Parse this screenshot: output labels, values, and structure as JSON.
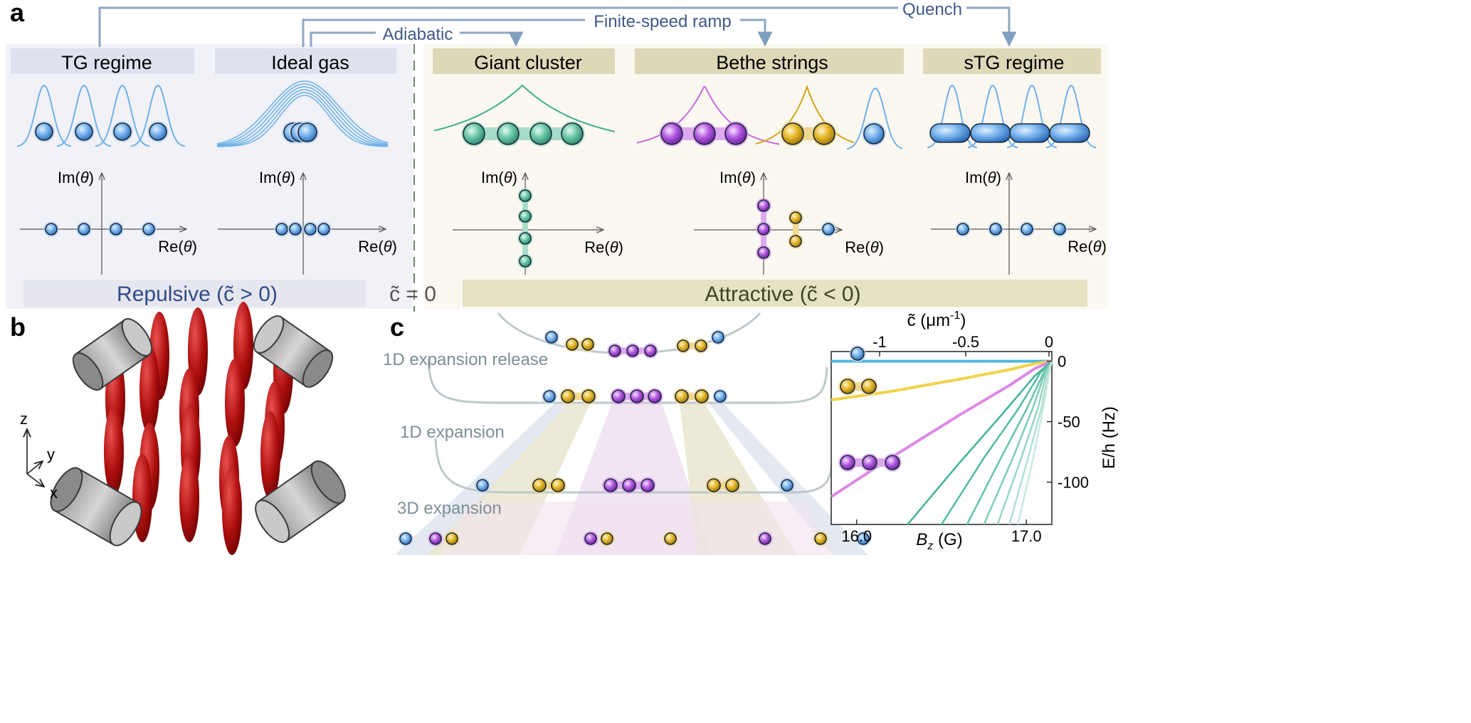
{
  "panel_a": {
    "label": "a",
    "protocols": {
      "quench": "Quench",
      "ramp": "Finite-speed ramp",
      "adiabatic": "Adiabatic"
    },
    "regimes": [
      {
        "title": "TG regime"
      },
      {
        "title": "Ideal gas"
      },
      {
        "title": "Giant cluster"
      },
      {
        "title": "Bethe strings"
      },
      {
        "title": "sTG regime"
      }
    ],
    "axis": {
      "im": "Im(",
      "re": "Re(",
      "theta": "θ",
      "close": ")"
    },
    "repulsive": "Repulsive (c̃ > 0)",
    "zero": "c̃ = 0",
    "attractive": "Attractive (c̃ < 0)"
  },
  "panel_b": {
    "label": "b",
    "axes": {
      "z": "z",
      "y": "y",
      "x": "x"
    }
  },
  "panel_c": {
    "label": "c",
    "stages": [
      "1D expansion release",
      "1D expansion",
      "3D expansion"
    ],
    "inset": {
      "top_axis_label": "c̃ (μm",
      "top_axis_sup": "-1",
      "top_axis_close": ")",
      "top_ticks": [
        "-1",
        "-0.5",
        "0"
      ],
      "right_axis_label": "E/h (Hz)",
      "right_ticks": [
        "0",
        "-50",
        "-100"
      ],
      "bottom_axis_label": "B",
      "bottom_axis_sub": "z",
      "bottom_axis_unit": " (G)",
      "bottom_ticks": [
        "16.0",
        "17.0"
      ]
    }
  },
  "colors": {
    "blue": "#4f8ed8",
    "green": "#3fae8e",
    "purple": "#a23fd0",
    "gold": "#d6a516",
    "axis_label": "#3f5a8a",
    "repulsive_bg": "#f1f1f8",
    "attractive_bg": "#fbf8f1",
    "header_blue": "#dde2ee",
    "header_olive": "#dcd8b8"
  },
  "chart_data": {
    "type": "line",
    "xlabel": "Bz (G)",
    "ylabel": "E/h (Hz)",
    "x_ticks": [
      "16.0",
      "17.0"
    ],
    "y_ticks": [
      "0",
      "-50",
      "-100"
    ],
    "top_x_ticks": [
      "-1",
      "-0.5",
      "0"
    ],
    "xlim": [
      15.85,
      17.15
    ],
    "ylim": [
      -135,
      8
    ],
    "series": [
      {
        "x": [
          15.85,
          16.2,
          16.6,
          17.0,
          17.15
        ],
        "y": [
          0,
          0,
          0,
          0,
          0
        ],
        "color": "#4fb7e0"
      },
      {
        "x": [
          15.85,
          16.2,
          16.6,
          16.9,
          17.05,
          17.15
        ],
        "y": [
          -32,
          -25,
          -15,
          -7,
          -2,
          0
        ],
        "color": "#f2d24b"
      },
      {
        "x": [
          15.85,
          16.2,
          16.6,
          16.9,
          17.05,
          17.15
        ],
        "y": [
          -112,
          -80,
          -45,
          -20,
          -6,
          0
        ],
        "color": "#dd88e6"
      },
      {
        "x": [
          16.3,
          16.6,
          16.85,
          17.05,
          17.15
        ],
        "y": [
          -135,
          -85,
          -45,
          -12,
          0
        ],
        "color": "#3fb197"
      },
      {
        "x": [
          16.5,
          16.75,
          16.95,
          17.08,
          17.15
        ],
        "y": [
          -135,
          -80,
          -40,
          -10,
          0
        ],
        "color": "#4fbca1"
      },
      {
        "x": [
          16.65,
          16.85,
          17.0,
          17.1,
          17.15
        ],
        "y": [
          -135,
          -80,
          -40,
          -10,
          0
        ],
        "color": "#63c4ab"
      },
      {
        "x": [
          16.75,
          16.92,
          17.04,
          17.11,
          17.15
        ],
        "y": [
          -135,
          -80,
          -38,
          -9,
          0
        ],
        "color": "#7ccdb7"
      },
      {
        "x": [
          16.83,
          16.97,
          17.07,
          17.12,
          17.15
        ],
        "y": [
          -135,
          -80,
          -38,
          -9,
          0
        ],
        "color": "#95d6c3"
      },
      {
        "x": [
          16.9,
          17.01,
          17.09,
          17.13,
          17.15
        ],
        "y": [
          -135,
          -80,
          -38,
          -9,
          0
        ],
        "color": "#b0e0d2"
      },
      {
        "x": [
          16.95,
          17.04,
          17.1,
          17.135,
          17.15
        ],
        "y": [
          -135,
          -80,
          -38,
          -9,
          0
        ],
        "color": "#c8e9df"
      }
    ]
  }
}
